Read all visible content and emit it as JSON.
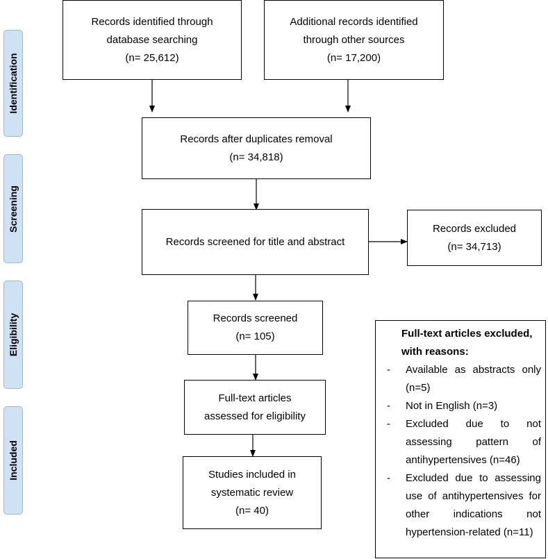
{
  "phases": {
    "identification": "Identification",
    "screening": "Screening",
    "eligibility": "Eligibility",
    "included": "Included"
  },
  "boxes": {
    "database": {
      "line1": "Records identified through",
      "line2": "database searching",
      "count": "(n= 25,612)"
    },
    "other": {
      "line1": "Additional records identified",
      "line2": "through other sources",
      "count": "(n= 17,200)"
    },
    "duplicates": {
      "line1": "Records after duplicates removal",
      "count": "(n= 34,818)"
    },
    "screened_title": {
      "line1": "Records screened for title and abstract"
    },
    "excluded": {
      "line1": "Records excluded",
      "count": "(n= 34,713)"
    },
    "screened": {
      "line1": "Records screened",
      "count": "(n= 105)"
    },
    "fulltext": {
      "line1": "Full-text articles",
      "line2": "assessed for eligibility"
    },
    "included": {
      "line1": "Studies included in",
      "line2": "systematic review",
      "count": "(n= 40)"
    }
  },
  "exclusions": {
    "heading": "Full-text articles excluded, with reasons:",
    "items": [
      "Available as abstracts only (n=5)",
      "Not in English (n=3)",
      "Excluded due to not assessing pattern of antihypertensives (n=46)",
      "Excluded due to assessing use of antihypertensives for other indications not hypertension-related (n=11)"
    ]
  }
}
